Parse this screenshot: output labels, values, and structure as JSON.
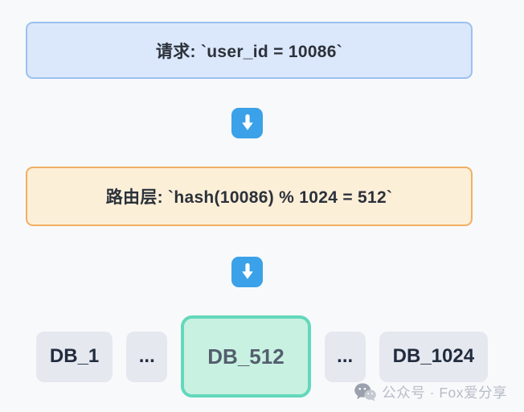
{
  "diagram": {
    "request_box": {
      "text": "请求: `user_id = 10086`",
      "bg_color": "#dbe7fa",
      "border_color": "#9cc0f0"
    },
    "routing_box": {
      "text": "路由层: `hash(10086) % 1024 = 512`",
      "bg_color": "#fcefd8",
      "border_color": "#f1af63"
    },
    "arrow": {
      "direction": "down",
      "badge_color": "#3ba1e8",
      "glyph_color": "#ffffff"
    },
    "databases": {
      "node_bg_color": "#e5e8ef",
      "selected_bg_color": "#c8f1e2",
      "selected_border_color": "#63d8bb",
      "items": [
        {
          "label": "DB_1",
          "selected": false
        },
        {
          "label": "...",
          "selected": false
        },
        {
          "label": "DB_512",
          "selected": true
        },
        {
          "label": "...",
          "selected": false
        },
        {
          "label": "DB_1024",
          "selected": false
        }
      ]
    }
  },
  "watermark": {
    "icon": "wechat-icon",
    "text": "公众号 · Fox爱分享",
    "text_color": "#b6bcc6"
  }
}
